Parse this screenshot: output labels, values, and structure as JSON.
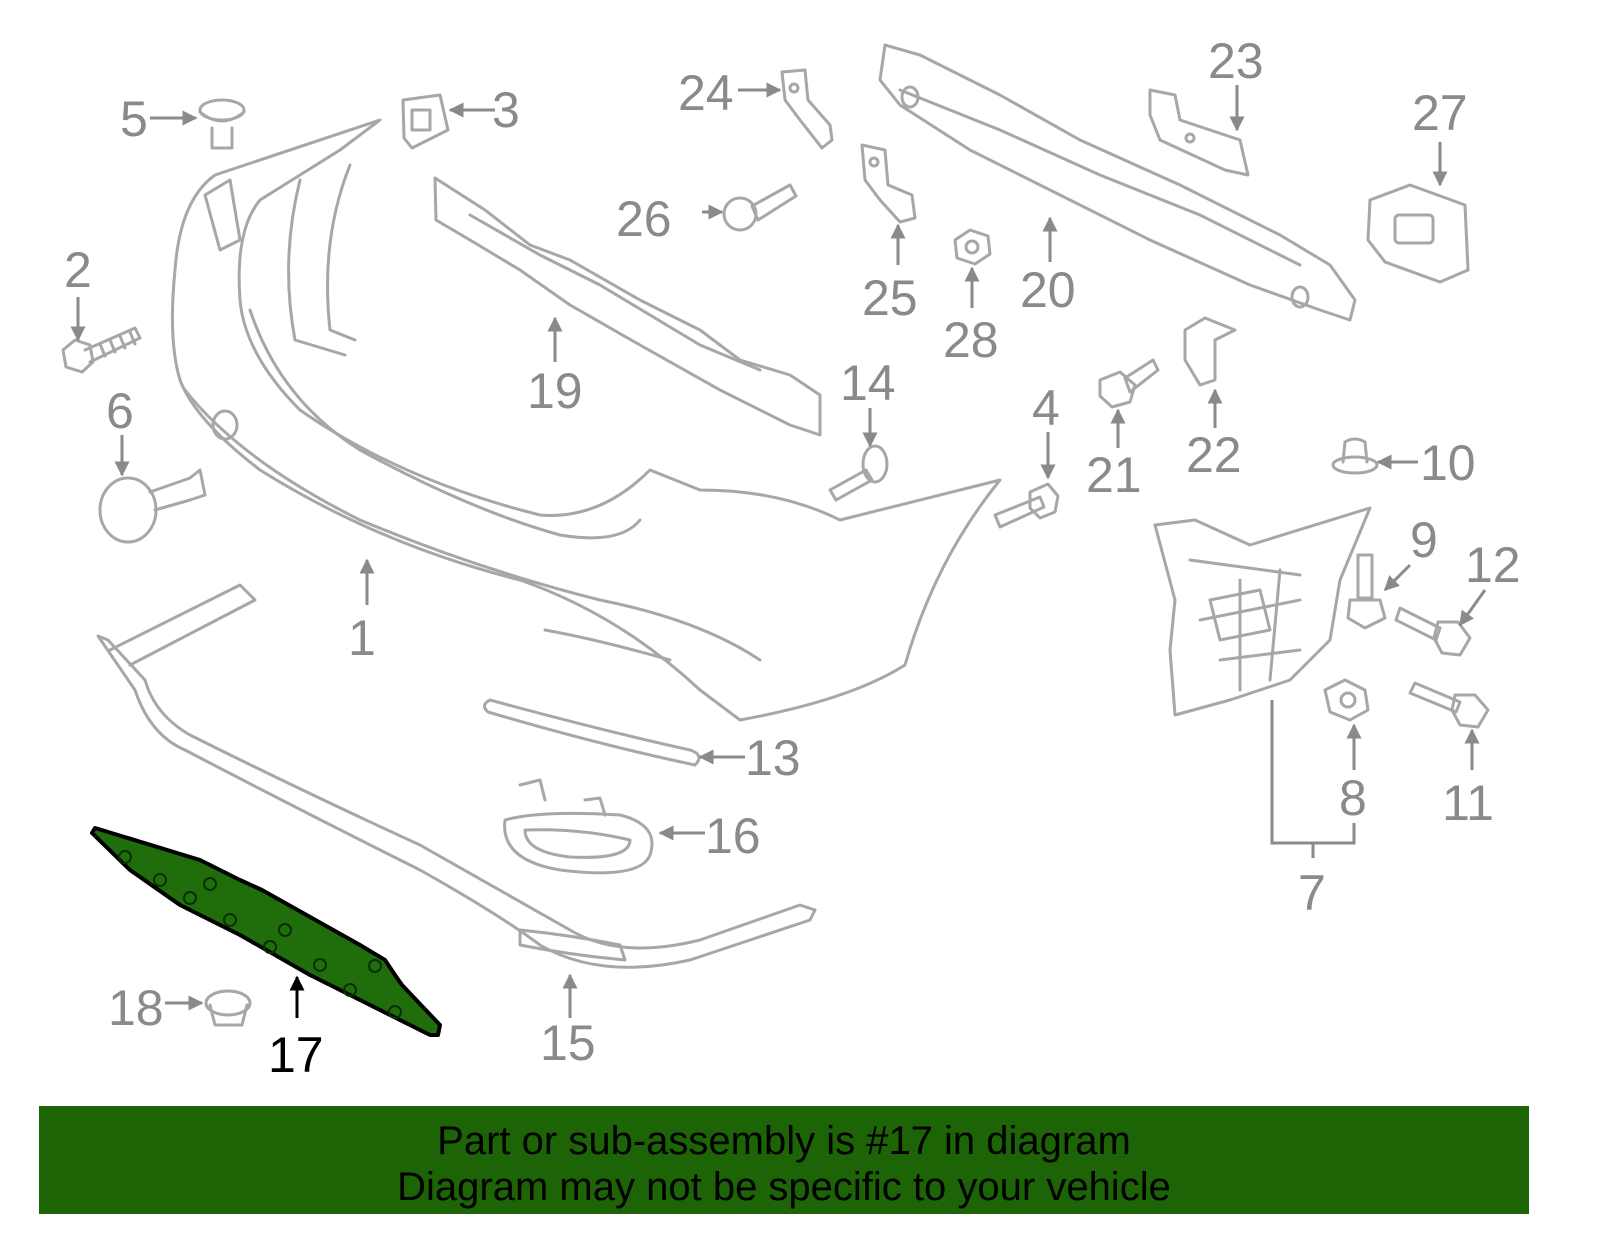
{
  "diagram": {
    "highlighted_part": "17",
    "highlight_color": "#1f6e0b",
    "line_color": "#a7a7a7",
    "callouts": [
      "1",
      "2",
      "3",
      "4",
      "5",
      "6",
      "7",
      "8",
      "9",
      "10",
      "11",
      "12",
      "13",
      "14",
      "15",
      "16",
      "17",
      "18",
      "19",
      "20",
      "21",
      "22",
      "23",
      "24",
      "25",
      "26",
      "27",
      "28"
    ]
  },
  "banner": {
    "background": "#1c6406",
    "line1": "Part or sub-assembly is #17 in diagram",
    "line2": "Diagram may not be specific to your vehicle"
  }
}
